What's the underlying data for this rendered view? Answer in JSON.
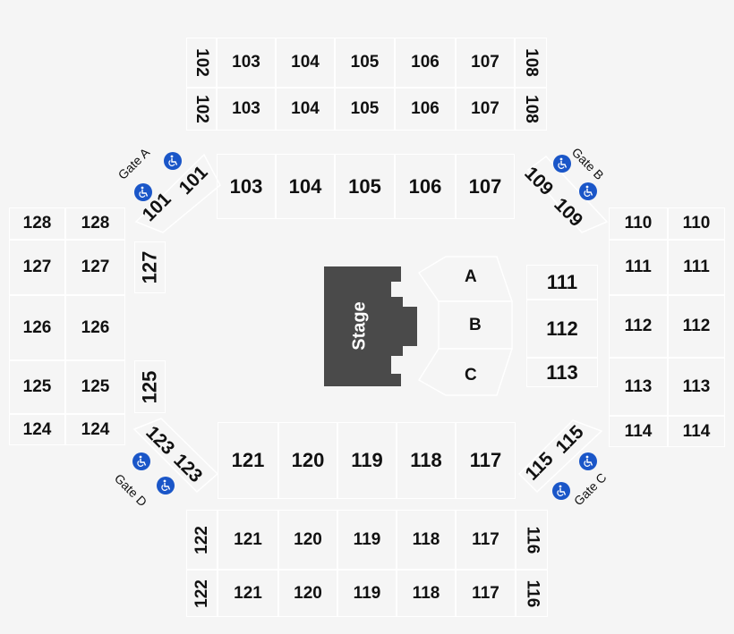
{
  "colors": {
    "background": "#f5f5f5",
    "section_border": "#ffffff",
    "stage": "#4a4a4a",
    "accessible": "#1a56c8",
    "text": "#111111"
  },
  "stage_label": "Stage",
  "floor": {
    "A": "A",
    "B": "B",
    "C": "C"
  },
  "gates": {
    "a": "Gate A",
    "b": "Gate B",
    "c": "Gate C",
    "d": "Gate D"
  },
  "accessible_icon": "wheelchair-icon",
  "sections": {
    "t1_102": "102",
    "t1_103": "103",
    "t1_104": "104",
    "t1_105": "105",
    "t1_106": "106",
    "t1_107": "107",
    "t1_108": "108",
    "t2_102": "102",
    "t2_103": "103",
    "t2_104": "104",
    "t2_105": "105",
    "t2_106": "106",
    "t2_107": "107",
    "t2_108": "108",
    "t3_103": "103",
    "t3_104": "104",
    "t3_105": "105",
    "t3_106": "106",
    "t3_107": "107",
    "d_101a": "101",
    "d_101b": "101",
    "d_109a": "109",
    "d_109b": "109",
    "d_123a": "123",
    "d_123b": "123",
    "d_115a": "115",
    "d_115b": "115",
    "l_128a": "128",
    "l_128b": "128",
    "l_127a": "127",
    "l_127b": "127",
    "l_126a": "126",
    "l_126b": "126",
    "l_125a": "125",
    "l_125b": "125",
    "l_124a": "124",
    "l_124b": "124",
    "lv_127": "127",
    "lv_125": "125",
    "r_110a": "110",
    "r_110b": "110",
    "r_111a": "111",
    "r_111b": "111",
    "r_112a": "112",
    "r_112b": "112",
    "r_113a": "113",
    "r_113b": "113",
    "r_114a": "114",
    "r_114b": "114",
    "ri_111": "111",
    "ri_112": "112",
    "ri_113": "113",
    "b1_121": "121",
    "b1_120": "120",
    "b1_119": "119",
    "b1_118": "118",
    "b1_117": "117",
    "b2_122": "122",
    "b2_121": "121",
    "b2_120": "120",
    "b2_119": "119",
    "b2_118": "118",
    "b2_117": "117",
    "b2_116": "116",
    "b3_122": "122",
    "b3_121": "121",
    "b3_120": "120",
    "b3_119": "119",
    "b3_118": "118",
    "b3_117": "117",
    "b3_116": "116"
  }
}
